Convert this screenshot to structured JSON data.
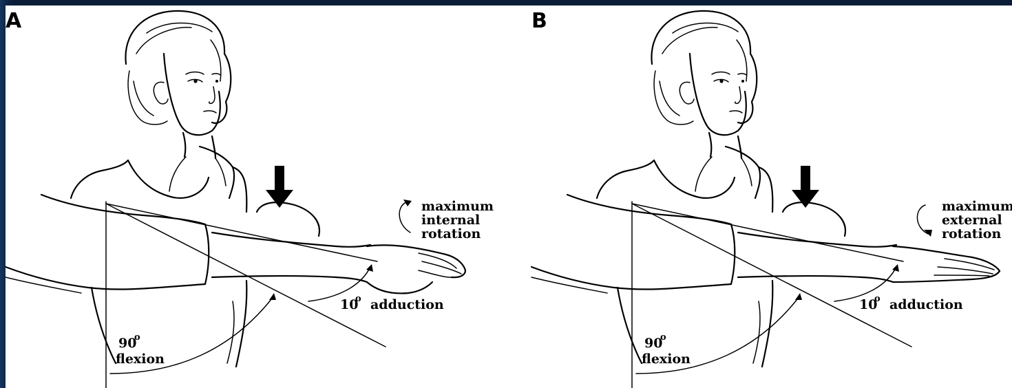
{
  "panels": [
    {
      "letter": "A",
      "rotation_label": [
        "maximum",
        "internal",
        "rotation"
      ],
      "adduction_label": {
        "value": "10",
        "degree": "o",
        "text": "adduction"
      },
      "flexion_label": {
        "value": "90",
        "degree": "o",
        "text": "flexion"
      }
    },
    {
      "letter": "B",
      "rotation_label": [
        "maximum",
        "external",
        "rotation"
      ],
      "adduction_label": {
        "value": "10",
        "degree": "o",
        "text": "adduction"
      },
      "flexion_label": {
        "value": "90",
        "degree": "o",
        "text": "flexion"
      }
    }
  ],
  "colors": {
    "frame": "#0d2140",
    "background": "#ffffff",
    "ink": "#000000"
  }
}
